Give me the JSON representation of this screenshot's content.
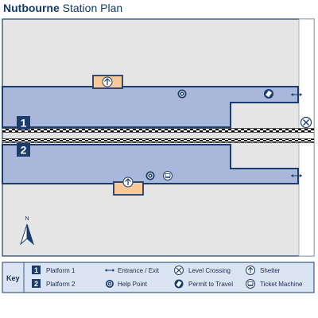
{
  "title": {
    "name": "Nutbourne",
    "rest": "Station Plan"
  },
  "platforms": [
    {
      "number": "1"
    },
    {
      "number": "2"
    }
  ],
  "compass": {
    "label": "N"
  },
  "key": {
    "heading": "Key",
    "items": [
      {
        "label": "Platform 1",
        "icon": "platform-1-badge"
      },
      {
        "label": "Platform 2",
        "icon": "platform-2-badge"
      },
      {
        "label": "Entrance / Exit",
        "icon": "double-arrow-icon"
      },
      {
        "label": "Help Point",
        "icon": "help-point-icon"
      },
      {
        "label": "Level Crossing",
        "icon": "level-crossing-icon"
      },
      {
        "label": "Permit to Travel",
        "icon": "permit-to-travel-icon"
      },
      {
        "label": "Shelter",
        "icon": "shelter-icon"
      },
      {
        "label": "Ticket Machine",
        "icon": "ticket-machine-icon"
      }
    ]
  },
  "colors": {
    "ground": "#e5e5e5",
    "platform": "#a9b8da",
    "shelter": "#f7c99b",
    "dark_blue": "#1b3d6e",
    "track": "#000000"
  }
}
